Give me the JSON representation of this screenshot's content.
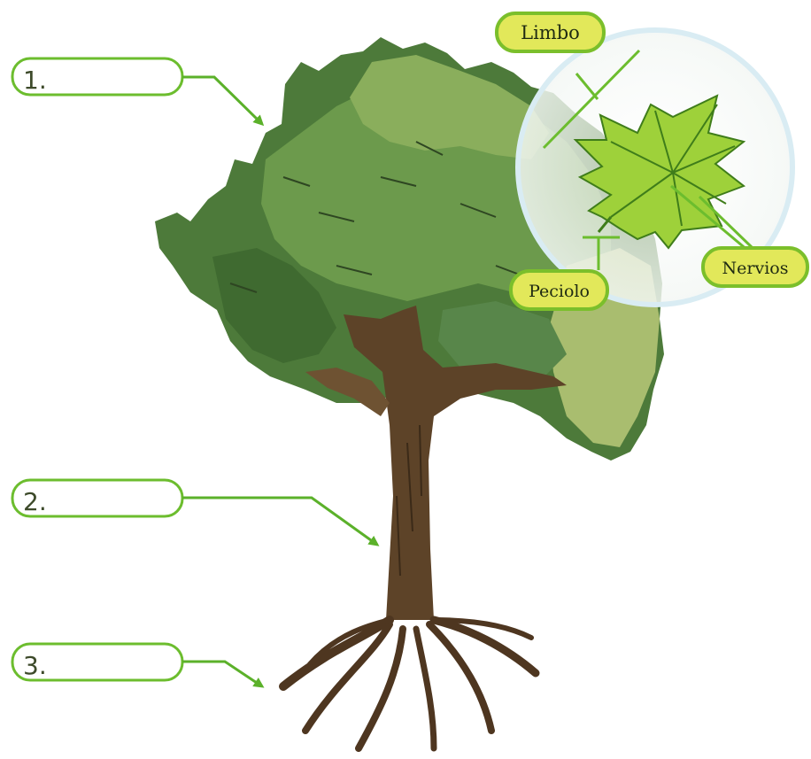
{
  "colors": {
    "box_stroke": "#6cbd2e",
    "pill_fill": "#e2e85a",
    "pill_stroke": "#7bbf2b",
    "arrow": "#5bb12a",
    "leaf_fill": "#9ed13a",
    "leaf_vein": "#3f7d1a",
    "trunk": "#5d4328",
    "canopy_dark": "#4d7a3a",
    "canopy_mid": "#6c9a4c",
    "canopy_light": "#a9bd6f",
    "magnifier_ring": "#d9ecf3"
  },
  "parts": {
    "answer_1": "1.",
    "answer_2": "2.",
    "answer_3": "3."
  },
  "leaf_labels": {
    "limbo": "Limbo",
    "peciolo": "Peciolo",
    "nervios": "Nervios"
  }
}
